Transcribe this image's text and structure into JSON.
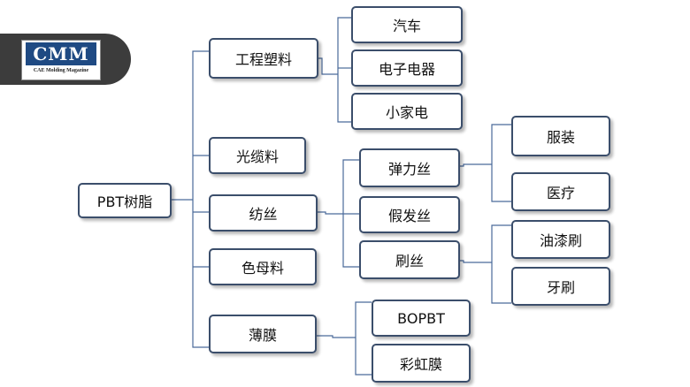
{
  "logo": {
    "title": "CMM",
    "subtitle": "CAE Molding Magazine"
  },
  "diagram": {
    "root": "PBT树脂",
    "categories": {
      "engineering_plastics": "工程塑料",
      "optical_cable": "光缆料",
      "spinning": "纺丝",
      "masterbatch": "色母料",
      "film": "薄膜"
    },
    "applications": {
      "automobile": "汽车",
      "electronics": "电子电器",
      "small_appliances": "小家电",
      "elastic_fiber": "弹力丝",
      "wig_fiber": "假发丝",
      "brush_fiber": "刷丝",
      "bopbt": "BOPBT",
      "rainbow_film": "彩虹膜"
    },
    "uses": {
      "clothing": "服装",
      "medical": "医疗",
      "paint_brush": "油漆刷",
      "toothbrush": "牙刷"
    }
  }
}
